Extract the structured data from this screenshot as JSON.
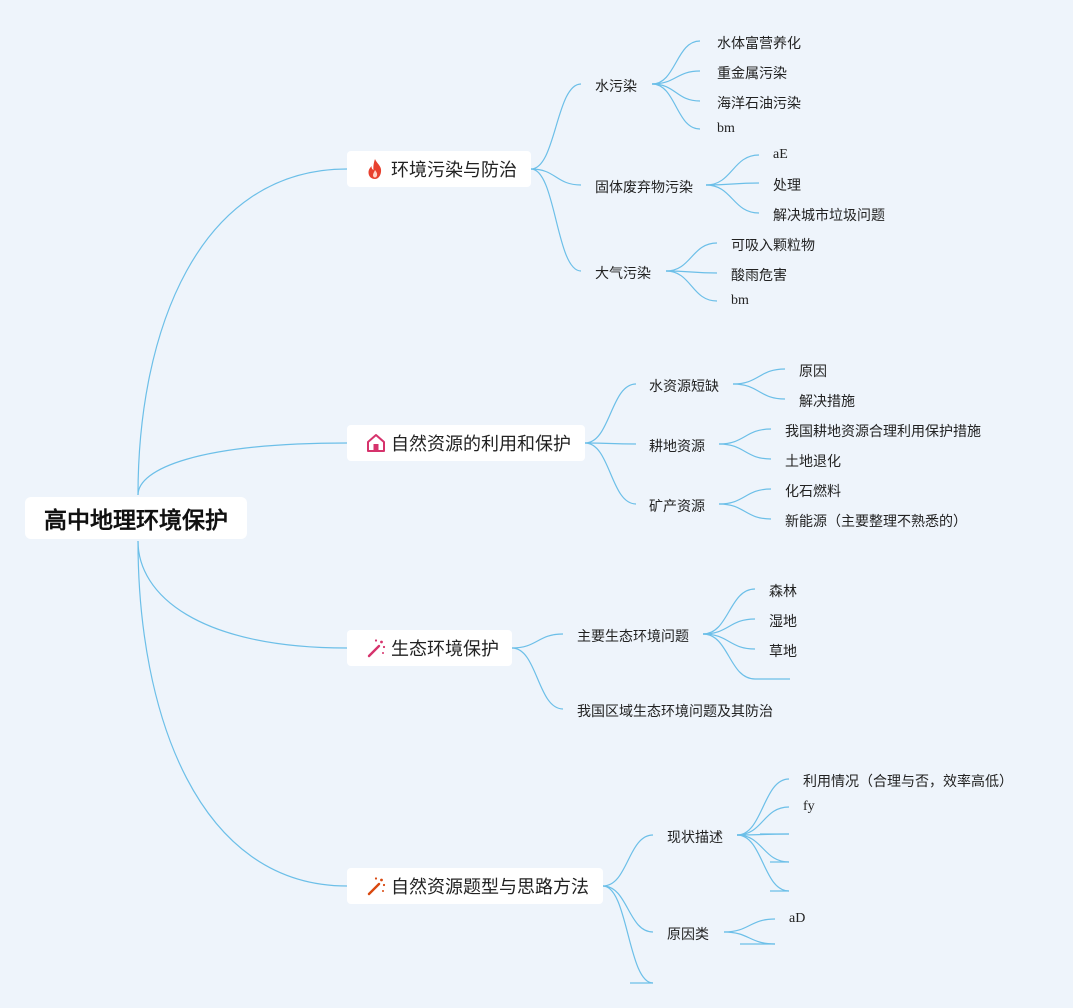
{
  "colors": {
    "background": "#eef4fb",
    "connector": "#6cbfe8",
    "node_bg": "#ffffff"
  },
  "root": {
    "label": "高中地理环境保护"
  },
  "branches": [
    {
      "label": "环境污染与防治",
      "icon": "fire-icon",
      "children": [
        {
          "label": "水污染",
          "children": [
            "水体富营养化",
            "重金属污染",
            "海洋石油污染",
            "bm"
          ]
        },
        {
          "label": "固体废弃物污染",
          "children": [
            "aE",
            "处理",
            "解决城市垃圾问题"
          ]
        },
        {
          "label": "大气污染",
          "children": [
            "可吸入颗粒物",
            "酸雨危害",
            "bm"
          ]
        }
      ]
    },
    {
      "label": "自然资源的利用和保护",
      "icon": "home-icon",
      "children": [
        {
          "label": "水资源短缺",
          "children": [
            "原因",
            "解决措施"
          ]
        },
        {
          "label": "耕地资源",
          "children": [
            "我国耕地资源合理利用保护措施",
            "土地退化"
          ]
        },
        {
          "label": "矿产资源",
          "children": [
            "化石燃料",
            "新能源（主要整理不熟悉的）"
          ]
        }
      ]
    },
    {
      "label": "生态环境保护",
      "icon": "magic-wand-icon",
      "children": [
        {
          "label": "主要生态环境问题",
          "children": [
            "森林",
            "湿地",
            "草地",
            ""
          ]
        },
        {
          "label": "我国区域生态环境问题及其防治",
          "children": []
        }
      ]
    },
    {
      "label": "自然资源题型与思路方法",
      "icon": "magic-wand-icon",
      "children": [
        {
          "label": "现状描述",
          "children": [
            "利用情况（合理与否，效率高低）",
            "fy",
            "",
            "",
            ""
          ]
        },
        {
          "label": "原因类",
          "children": [
            "aD",
            ""
          ]
        },
        {
          "label": "",
          "children": []
        }
      ]
    }
  ]
}
